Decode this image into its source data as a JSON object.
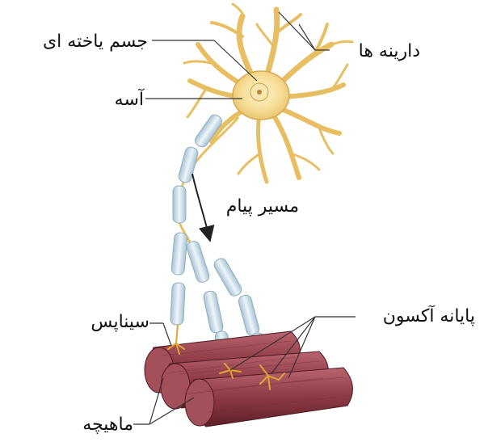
{
  "labels": {
    "cell_body": "جسم یاخته ای",
    "dendrites": "دارینه ها",
    "axon": "آسه",
    "message_path": "مسیر پیام",
    "synapse": "سیناپس",
    "axon_terminal": "پایانه آکسون",
    "muscle": "ماهیچه"
  },
  "colors": {
    "neuron_yellow": "#f3d38a",
    "neuron_outline": "#d9a84a",
    "myelin": "#c9dbe6",
    "muscle_red": "#8e3a44"
  }
}
